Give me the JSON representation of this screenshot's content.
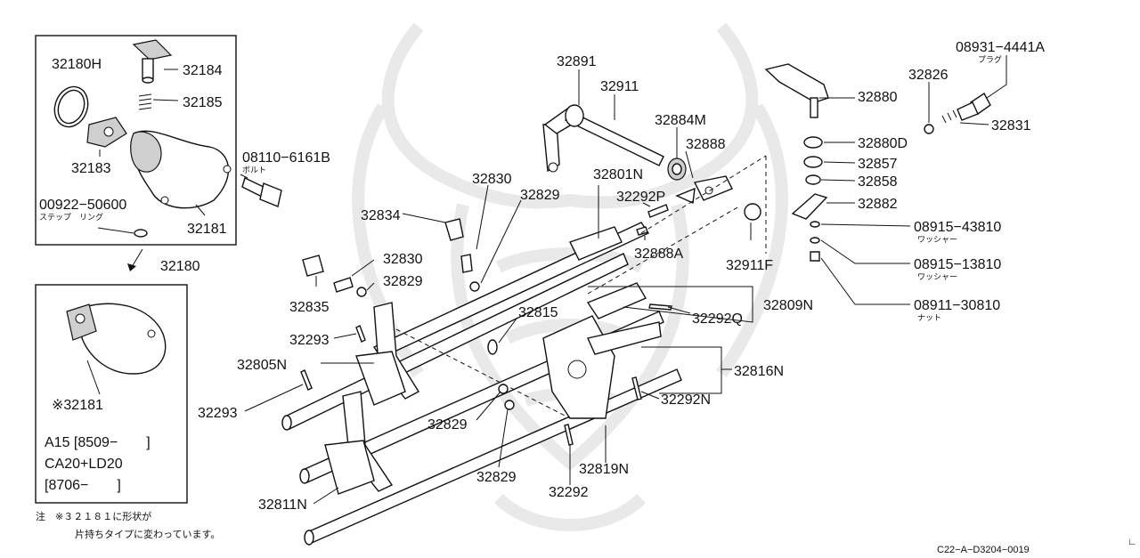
{
  "watermark": {
    "description": "samurai helmet emblem"
  },
  "inset_top": {
    "callouts": [
      {
        "id": "c-32180h",
        "text": "32180H"
      },
      {
        "id": "c-32184",
        "text": "32184"
      },
      {
        "id": "c-32185",
        "text": "32185"
      },
      {
        "id": "c-32183",
        "text": "32183"
      },
      {
        "id": "c-08110",
        "text": "08110−6161B"
      },
      {
        "id": "c-08110-sub",
        "text": "ボルト"
      },
      {
        "id": "c-00922",
        "text": "00922−50600"
      },
      {
        "id": "c-00922-sub",
        "text": "ステップ　リング"
      },
      {
        "id": "c-32181",
        "text": "32181"
      }
    ],
    "group_label": "32180"
  },
  "inset_bottom": {
    "part_label": "※32181",
    "apply_lines": [
      "A15 [8509−　　]",
      "CA20+LD20",
      "[8706−　　]"
    ]
  },
  "footnote": {
    "line1": "注　※３２１８１に形状が",
    "line2": "片持ちタイプに変わっています。"
  },
  "callouts": [
    {
      "id": "c-32891",
      "text": "32891"
    },
    {
      "id": "c-32911",
      "text": "32911"
    },
    {
      "id": "c-32884m",
      "text": "32884M"
    },
    {
      "id": "c-32888",
      "text": "32888"
    },
    {
      "id": "c-32880",
      "text": "32880"
    },
    {
      "id": "c-32826",
      "text": "32826"
    },
    {
      "id": "c-08931",
      "text": "08931−4441A"
    },
    {
      "id": "c-08931-sub",
      "text": "プラグ"
    },
    {
      "id": "c-32831",
      "text": "32831"
    },
    {
      "id": "c-32880d",
      "text": "32880D"
    },
    {
      "id": "c-32857",
      "text": "32857"
    },
    {
      "id": "c-32858",
      "text": "32858"
    },
    {
      "id": "c-32882",
      "text": "32882"
    },
    {
      "id": "c-08915a",
      "text": "08915−43810"
    },
    {
      "id": "c-08915a-sub",
      "text": "ワッシャー"
    },
    {
      "id": "c-08915b",
      "text": "08915−13810"
    },
    {
      "id": "c-08915b-sub",
      "text": "ワッシャー"
    },
    {
      "id": "c-08911",
      "text": "08911−30810"
    },
    {
      "id": "c-08911-sub",
      "text": "ナット"
    },
    {
      "id": "c-32801n",
      "text": "32801N"
    },
    {
      "id": "c-32830a",
      "text": "32830"
    },
    {
      "id": "c-32829a",
      "text": "32829"
    },
    {
      "id": "c-32292p",
      "text": "32292P"
    },
    {
      "id": "c-32834",
      "text": "32834"
    },
    {
      "id": "c-32888a",
      "text": "32888A"
    },
    {
      "id": "c-32911f",
      "text": "32911F"
    },
    {
      "id": "c-32830b",
      "text": "32830"
    },
    {
      "id": "c-32829b",
      "text": "32829"
    },
    {
      "id": "c-32835",
      "text": "32835"
    },
    {
      "id": "c-32809n",
      "text": "32809N"
    },
    {
      "id": "c-32292q",
      "text": "32292Q"
    },
    {
      "id": "c-32815",
      "text": "32815"
    },
    {
      "id": "c-32293a",
      "text": "32293"
    },
    {
      "id": "c-32805n",
      "text": "32805N"
    },
    {
      "id": "c-32816n",
      "text": "32816N"
    },
    {
      "id": "c-32292n",
      "text": "32292N"
    },
    {
      "id": "c-32293b",
      "text": "32293"
    },
    {
      "id": "c-32829c",
      "text": "32829"
    },
    {
      "id": "c-32829d",
      "text": "32829"
    },
    {
      "id": "c-32819n",
      "text": "32819N"
    },
    {
      "id": "c-32292",
      "text": "32292"
    },
    {
      "id": "c-32811n",
      "text": "32811N"
    }
  ],
  "diagram_code": "C22−A−D3204−0019"
}
